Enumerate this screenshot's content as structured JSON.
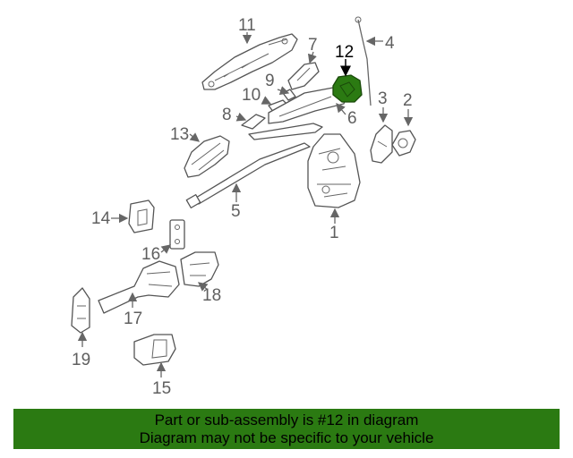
{
  "callouts": [
    "1",
    "2",
    "3",
    "4",
    "5",
    "6",
    "7",
    "8",
    "9",
    "10",
    "11",
    "12",
    "13",
    "14",
    "15",
    "16",
    "17",
    "18",
    "19"
  ],
  "highlighted_callout": "12",
  "highlight_color": "#2b7a12",
  "banner": {
    "line1": "Part or sub-assembly is #12 in diagram",
    "line2": "Diagram may not be specific to your vehicle",
    "background": "#2b7a12"
  }
}
